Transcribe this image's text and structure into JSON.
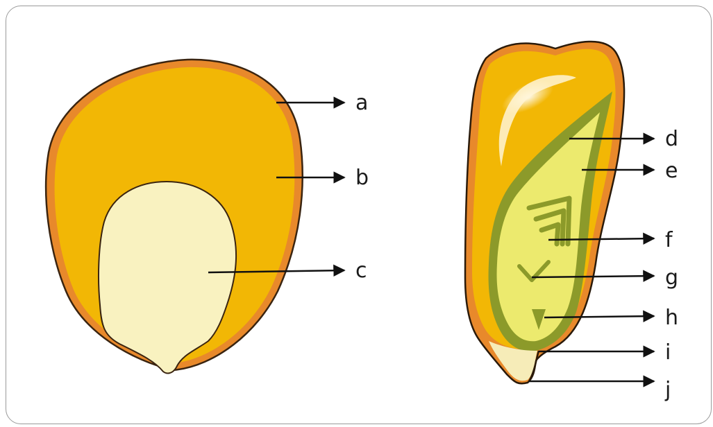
{
  "figures": {
    "cross_section": {
      "labels": [
        "a",
        "b",
        "c"
      ]
    },
    "longitudinal_section": {
      "labels": [
        "d",
        "e",
        "f",
        "g",
        "h",
        "i",
        "j"
      ]
    }
  },
  "colors": {
    "pericarp": "#e8892b",
    "endosperm": "#f2b705",
    "embryo": "#f9f2c0",
    "scutellum": "#8c9a2a",
    "embryo_fill": "#ecea6e",
    "tip_cap": "#f6ecb8",
    "highlight": "#fff3d8",
    "outline": "#2a1a0a",
    "arrow": "#111111"
  }
}
